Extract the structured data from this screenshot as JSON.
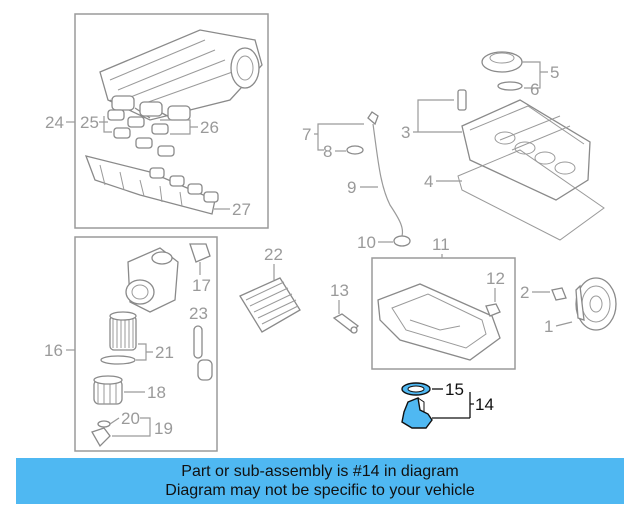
{
  "callouts": {
    "c1": "1",
    "c2": "2",
    "c3": "3",
    "c4": "4",
    "c5": "5",
    "c6": "6",
    "c7": "7",
    "c8": "8",
    "c9": "9",
    "c10": "10",
    "c11": "11",
    "c12": "12",
    "c13": "13",
    "c14": "14",
    "c15": "15",
    "c16": "16",
    "c17": "17",
    "c18": "18",
    "c19": "19",
    "c20": "20",
    "c21": "21",
    "c22": "22",
    "c23": "23",
    "c24": "24",
    "c25": "25",
    "c26": "26",
    "c27": "27"
  },
  "highlight": {
    "part": "14",
    "color": "#4fb8f2",
    "banner_color": "#4fb8f2"
  },
  "banner": {
    "line1": "Part or sub-assembly is #14 in diagram",
    "line2": "Diagram may not be specific to your vehicle"
  }
}
